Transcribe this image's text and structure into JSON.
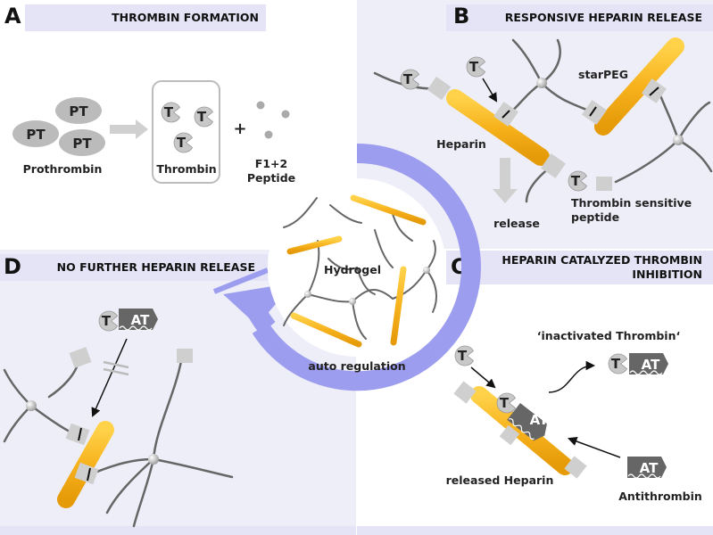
{
  "panels": {
    "a": {
      "letter": "A",
      "title": "THROMBIN FORMATION"
    },
    "b": {
      "letter": "B",
      "title": "RESPONSIVE HEPARIN RELEASE"
    },
    "c": {
      "letter": "C",
      "title_line1": "HEPARIN CATALYZED THROMBIN",
      "title_line2": "INHIBITION"
    },
    "d": {
      "letter": "D",
      "title": "NO FURTHER HEPARIN RELEASE"
    }
  },
  "tokens": {
    "t": "T",
    "at": "AT"
  },
  "panel_a": {
    "pt": "PT",
    "prothrombin": "Prothrombin",
    "thrombin": "Thrombin",
    "plus": "+",
    "f12": "F1+2",
    "peptide": "Peptide"
  },
  "panel_b": {
    "starpeg": "starPEG",
    "heparin": "Heparin",
    "release": "release",
    "thrombin_sensitive": "Thrombin sensitive",
    "peptide": "peptide"
  },
  "center": {
    "hydrogel": "Hydrogel",
    "auto_regulation": "auto regulation"
  },
  "panel_c": {
    "inactivated": "‘inactivated Thrombin‘",
    "released_heparin": "released Heparin",
    "antithrombin": "Antithrombin"
  },
  "colors": {
    "panel_tint": "#eeeef8",
    "header_bar": "#e4e4f6",
    "cycle_arrow": "#9d9df0",
    "heparin_rod": "#f7b21c",
    "protein_gray": "#c8c8c8",
    "antithrombin": "#666666"
  }
}
